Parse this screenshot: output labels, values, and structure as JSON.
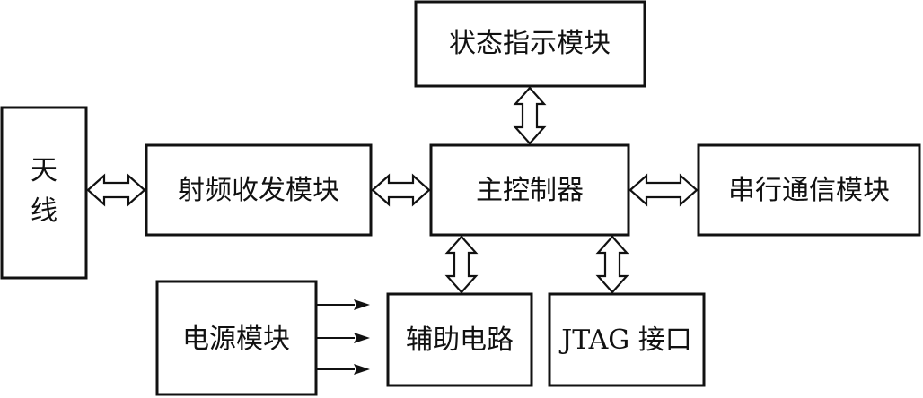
{
  "blocks": {
    "antenna": {
      "line1": "天",
      "line2": "线"
    },
    "rf_transceiver": "射频收发模块",
    "main_controller": "主控制器",
    "status_indicator": "状态指示模块",
    "serial_comm": "串行通信模块",
    "power_module": "电源模块",
    "aux_circuit": "辅助电路",
    "jtag_interface": "JTAG 接口"
  }
}
